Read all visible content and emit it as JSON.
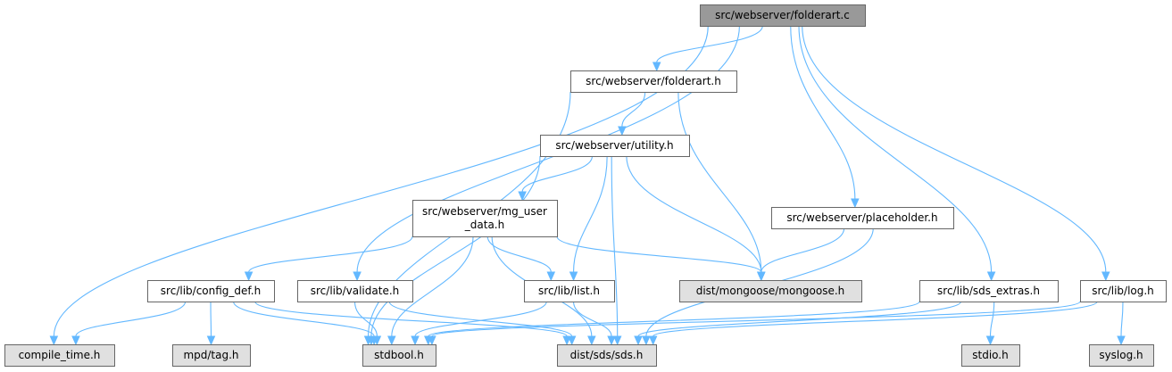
{
  "graph": {
    "root": "src/webserver/folderart.c",
    "nodes": [
      {
        "id": "folderart_c",
        "label": "src/webserver/folderart.c",
        "kind": "root"
      },
      {
        "id": "folderart_h",
        "label": "src/webserver/folderart.h",
        "kind": "documented"
      },
      {
        "id": "utility_h",
        "label": "src/webserver/utility.h",
        "kind": "documented"
      },
      {
        "id": "mg_user_data_h",
        "label": "src/webserver/mg_user\n_data.h",
        "kind": "documented"
      },
      {
        "id": "placeholder_h",
        "label": "src/webserver/placeholder.h",
        "kind": "documented"
      },
      {
        "id": "config_def_h",
        "label": "src/lib/config_def.h",
        "kind": "documented"
      },
      {
        "id": "validate_h",
        "label": "src/lib/validate.h",
        "kind": "documented"
      },
      {
        "id": "list_h",
        "label": "src/lib/list.h",
        "kind": "documented"
      },
      {
        "id": "mongoose_h",
        "label": "dist/mongoose/mongoose.h",
        "kind": "external"
      },
      {
        "id": "sds_extras_h",
        "label": "src/lib/sds_extras.h",
        "kind": "documented"
      },
      {
        "id": "log_h",
        "label": "src/lib/log.h",
        "kind": "documented"
      },
      {
        "id": "compile_time_h",
        "label": "compile_time.h",
        "kind": "external"
      },
      {
        "id": "tag_h",
        "label": "mpd/tag.h",
        "kind": "external"
      },
      {
        "id": "stdbool_h",
        "label": "stdbool.h",
        "kind": "external"
      },
      {
        "id": "sds_h",
        "label": "dist/sds/sds.h",
        "kind": "external"
      },
      {
        "id": "stdio_h",
        "label": "stdio.h",
        "kind": "external"
      },
      {
        "id": "syslog_h",
        "label": "syslog.h",
        "kind": "external"
      }
    ],
    "edges": [
      [
        "folderart_c",
        "folderart_h"
      ],
      [
        "folderart_c",
        "compile_time_h"
      ],
      [
        "folderart_c",
        "validate_h"
      ],
      [
        "folderart_c",
        "placeholder_h"
      ],
      [
        "folderart_c",
        "sds_extras_h"
      ],
      [
        "folderart_c",
        "log_h"
      ],
      [
        "folderart_h",
        "utility_h"
      ],
      [
        "folderart_h",
        "mongoose_h"
      ],
      [
        "folderart_h",
        "stdbool_h"
      ],
      [
        "utility_h",
        "mg_user_data_h"
      ],
      [
        "utility_h",
        "list_h"
      ],
      [
        "utility_h",
        "sds_h"
      ],
      [
        "utility_h",
        "mongoose_h"
      ],
      [
        "utility_h",
        "stdbool_h"
      ],
      [
        "mg_user_data_h",
        "config_def_h"
      ],
      [
        "mg_user_data_h",
        "list_h"
      ],
      [
        "mg_user_data_h",
        "mongoose_h"
      ],
      [
        "mg_user_data_h",
        "stdbool_h"
      ],
      [
        "mg_user_data_h",
        "sds_h"
      ],
      [
        "placeholder_h",
        "mongoose_h"
      ],
      [
        "placeholder_h",
        "sds_h"
      ],
      [
        "config_def_h",
        "compile_time_h"
      ],
      [
        "config_def_h",
        "tag_h"
      ],
      [
        "config_def_h",
        "stdbool_h"
      ],
      [
        "config_def_h",
        "sds_h"
      ],
      [
        "validate_h",
        "stdbool_h"
      ],
      [
        "validate_h",
        "sds_h"
      ],
      [
        "list_h",
        "stdbool_h"
      ],
      [
        "list_h",
        "sds_h"
      ],
      [
        "sds_extras_h",
        "stdbool_h"
      ],
      [
        "sds_extras_h",
        "sds_h"
      ],
      [
        "sds_extras_h",
        "stdio_h"
      ],
      [
        "log_h",
        "stdbool_h"
      ],
      [
        "log_h",
        "sds_h"
      ],
      [
        "log_h",
        "syslog_h"
      ]
    ]
  },
  "colors": {
    "root_fill": "#999999",
    "documented_fill": "#ffffff",
    "external_fill": "#e0e0e0",
    "border": "#666666",
    "edge": "#63b8ff"
  }
}
